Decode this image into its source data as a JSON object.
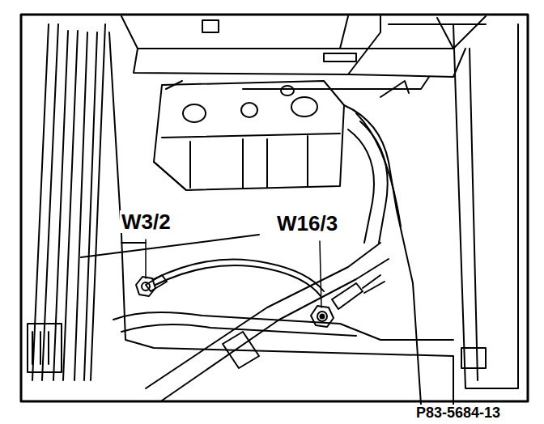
{
  "diagram": {
    "labels": [
      "W3/2",
      "W16/3",
      "P83-5684-13"
    ]
  }
}
